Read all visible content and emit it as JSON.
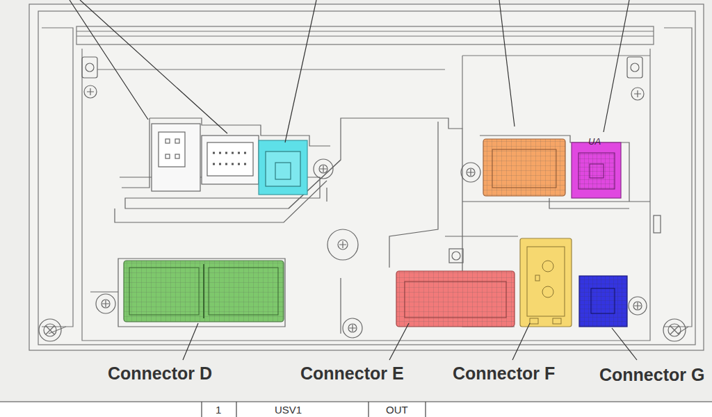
{
  "diagram": {
    "labels": [
      "UA",
      "Connector D",
      "Connector E",
      "Connector F",
      "Connector G",
      "1",
      "USV1",
      "OUT"
    ]
  }
}
